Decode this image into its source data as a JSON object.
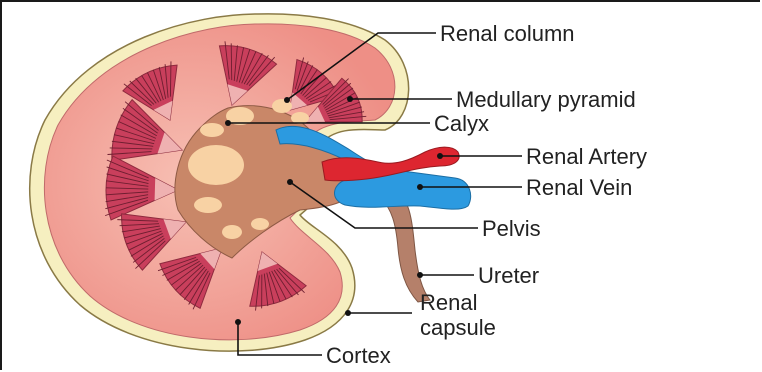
{
  "diagram": {
    "labels": {
      "renal_column": "Renal column",
      "medullary_pyramid": "Medullary pyramid",
      "calyx": "Calyx",
      "renal_artery": "Renal Artery",
      "renal_vein": "Renal Vein",
      "pelvis": "Pelvis",
      "ureter": "Ureter",
      "renal_capsule_line1": "Renal",
      "renal_capsule_line2": "capsule",
      "cortex": "Cortex"
    },
    "colors": {
      "capsule": "#f6efc0",
      "cortex": "#f3a79c",
      "pyramid": "#c93f5c",
      "pyramid_light": "#f6c6c0",
      "pelvis": "#c98768",
      "calyx": "#f8d2a4",
      "artery": "#dd2630",
      "vein": "#2c9ae0",
      "ureter": "#b5806a"
    }
  }
}
